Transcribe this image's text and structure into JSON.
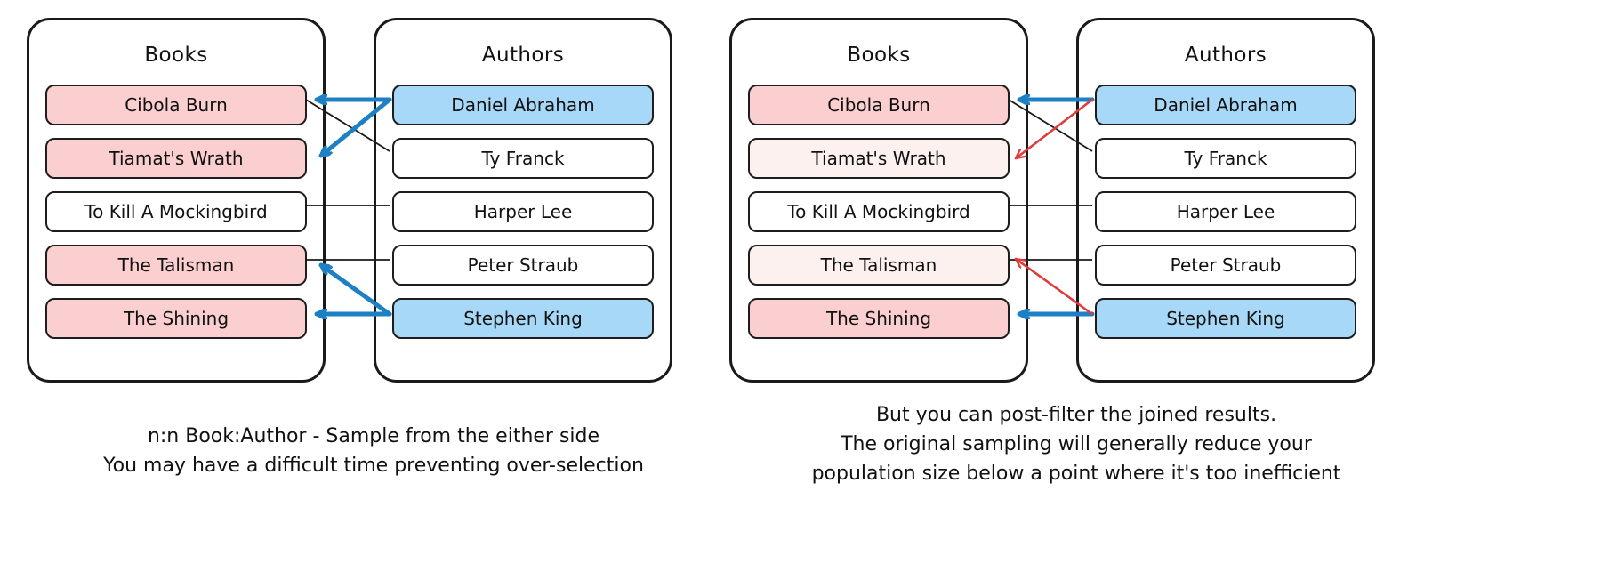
{
  "diagram": {
    "title_books": "Books",
    "title_authors": "Authors",
    "colors": {
      "selected_pink": "#fbcfcf",
      "faint_pink": "#fdf1f0",
      "selected_blue": "#a8d8f7",
      "neutral_white": "#ffffff",
      "arrow_blue": "#1d7fc4",
      "arrow_red": "#e03c3c",
      "line_black": "#1a1a1a",
      "border_black": "#1d1d1d"
    }
  },
  "left": {
    "books": {
      "title": "Books",
      "rows": [
        {
          "label": "Cibola Burn",
          "state": "pink"
        },
        {
          "label": "Tiamat's Wrath",
          "state": "pink"
        },
        {
          "label": "To Kill A Mockingbird",
          "state": "plain"
        },
        {
          "label": "The Talisman",
          "state": "pink"
        },
        {
          "label": "The Shining",
          "state": "pink"
        }
      ]
    },
    "authors": {
      "title": "Authors",
      "rows": [
        {
          "label": "Daniel Abraham",
          "state": "blue"
        },
        {
          "label": "Ty Franck",
          "state": "plain"
        },
        {
          "label": "Harper Lee",
          "state": "plain"
        },
        {
          "label": "Peter Straub",
          "state": "plain"
        },
        {
          "label": "Stephen King",
          "state": "blue"
        }
      ]
    },
    "caption_line1": "n:n Book:Author - Sample from the either side",
    "caption_line2": "You may have a difficult time preventing over-selection"
  },
  "right": {
    "books": {
      "title": "Books",
      "rows": [
        {
          "label": "Cibola Burn",
          "state": "pink"
        },
        {
          "label": "Tiamat's Wrath",
          "state": "pink-faint"
        },
        {
          "label": "To Kill A Mockingbird",
          "state": "plain"
        },
        {
          "label": "The Talisman",
          "state": "pink-faint"
        },
        {
          "label": "The Shining",
          "state": "pink"
        }
      ]
    },
    "authors": {
      "title": "Authors",
      "rows": [
        {
          "label": "Daniel Abraham",
          "state": "blue"
        },
        {
          "label": "Ty Franck",
          "state": "plain"
        },
        {
          "label": "Harper Lee",
          "state": "plain"
        },
        {
          "label": "Peter Straub",
          "state": "plain"
        },
        {
          "label": "Stephen King",
          "state": "blue"
        }
      ]
    },
    "caption_line1": "But you can post-filter the joined results.",
    "caption_line2": "The original sampling will generally reduce your",
    "caption_line3": "population size below a point where it's too inefficient"
  }
}
